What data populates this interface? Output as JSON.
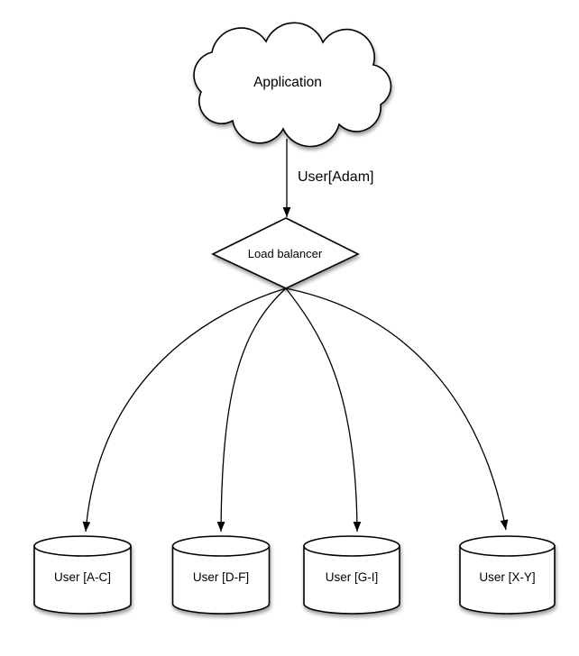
{
  "diagram": {
    "background": "#ffffff",
    "node_fill": "#ffffff",
    "stroke_color": "#000000",
    "application": {
      "shape": "cloud",
      "label": "Application"
    },
    "request_edge": {
      "label": "User[Adam]"
    },
    "load_balancer": {
      "shape": "diamond",
      "label": "Load balancer"
    },
    "shards": [
      {
        "shape": "cylinder",
        "label": "User [A-C]"
      },
      {
        "shape": "cylinder",
        "label": "User [D-F]"
      },
      {
        "shape": "cylinder",
        "label": "User [G-I]"
      },
      {
        "shape": "cylinder",
        "label": "User [X-Y]"
      }
    ]
  }
}
